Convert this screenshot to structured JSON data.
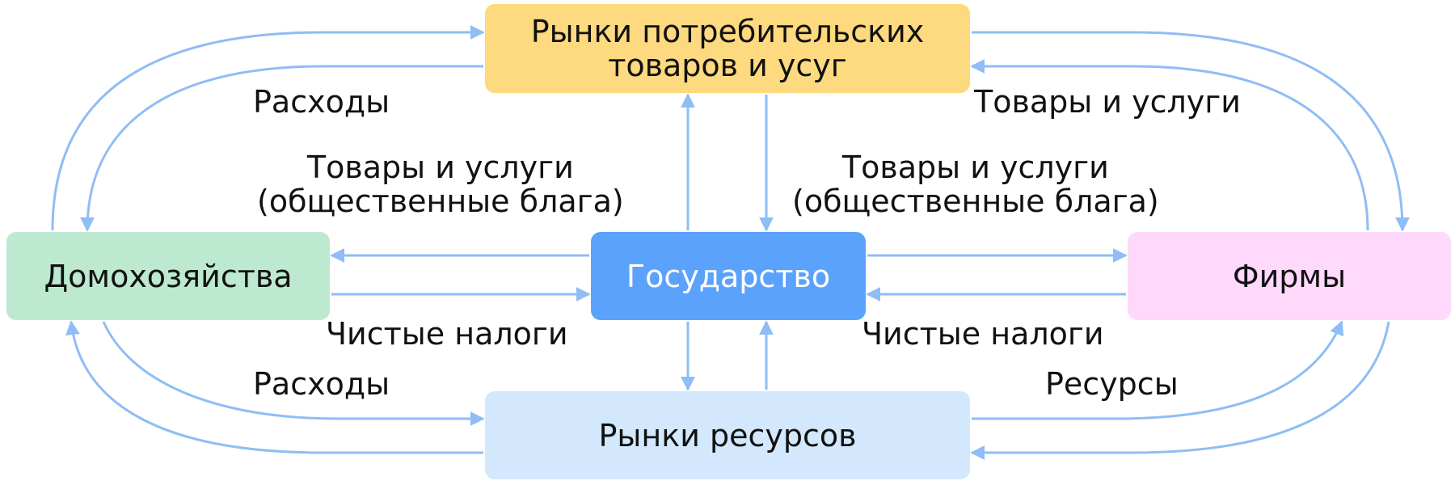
{
  "colors": {
    "arrow": "#8fbdf5",
    "consumer_market": "#fdd97f",
    "households": "#bde9d1",
    "government": "#5aa2fb",
    "firms": "#ffd9fb",
    "resource_market": "#d3e8fd",
    "government_text": "#ffffff"
  },
  "nodes": {
    "consumer_market": {
      "line1": "Рынки потребительских",
      "line2": "товаров и усуг"
    },
    "households": "Домохозяйства",
    "government": "Государство",
    "firms": "Фирмы",
    "resource_market": "Рынки ресурсов"
  },
  "labels": {
    "spending_top": "Расходы",
    "goods_top_right": "Товары и услуги",
    "public_goods_left": {
      "line1": "Товары и услуги",
      "line2": "(общественные блага)"
    },
    "public_goods_right": {
      "line1": "Товары и услуги",
      "line2": "(общественные блага)"
    },
    "net_taxes_left": "Чистые налоги",
    "net_taxes_right": "Чистые налоги",
    "spending_bottom": "Расходы",
    "resources": "Ресурсы"
  }
}
